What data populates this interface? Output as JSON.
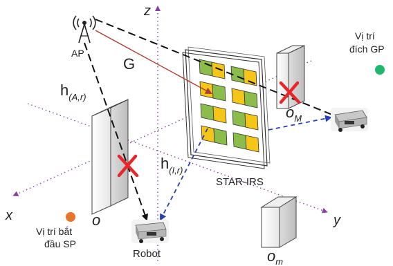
{
  "labels": {
    "ap": "AP",
    "g": "G",
    "h_ar_main": "h",
    "h_ar_sub": "(A,r)",
    "h_ir_main": "h",
    "h_ir_sub": "(I,r)",
    "star_irs": "STAR-IRS",
    "robot": "Robot",
    "goal_line1": "Vị trí",
    "goal_line2": "đích GP",
    "start_line1": "Vị trí bắt",
    "start_line2": "đầu SP",
    "axis_x": "x",
    "axis_y": "y",
    "axis_z": "z",
    "obs_o": "o",
    "obs_om_main": "o",
    "obs_om_sub": "M",
    "obs_m_main": "o",
    "obs_m_sub": "m"
  },
  "colors": {
    "axis": "#8a3fa0",
    "blocked_cross": "#e8262a",
    "irs_green": "#8bbd4a",
    "irs_yellow": "#f5c518",
    "ray_g": "#b03a2e",
    "reflected": "#2a3fb0",
    "goal_dot": "#1fb86a",
    "start_dot": "#e8752a"
  },
  "icons": [
    "antenna-icon",
    "robot-icon",
    "cross-icon"
  ]
}
